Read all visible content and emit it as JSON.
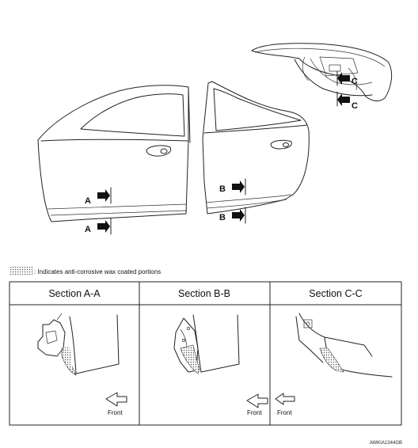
{
  "callouts": {
    "a_upper": "A",
    "a_lower": "A",
    "b_upper": "B",
    "b_lower": "B",
    "c_upper": "C",
    "c_lower": "C"
  },
  "legend": {
    "text": ": Indicates anti-corrosive wax coated portions"
  },
  "sections": [
    {
      "title": "Section A-A",
      "direction_label": "Front"
    },
    {
      "title": "Section B-B",
      "direction_label": "Front"
    },
    {
      "title": "Section C-C",
      "direction_label": "Front"
    }
  ],
  "figure_code": "AWKIA1344GB"
}
